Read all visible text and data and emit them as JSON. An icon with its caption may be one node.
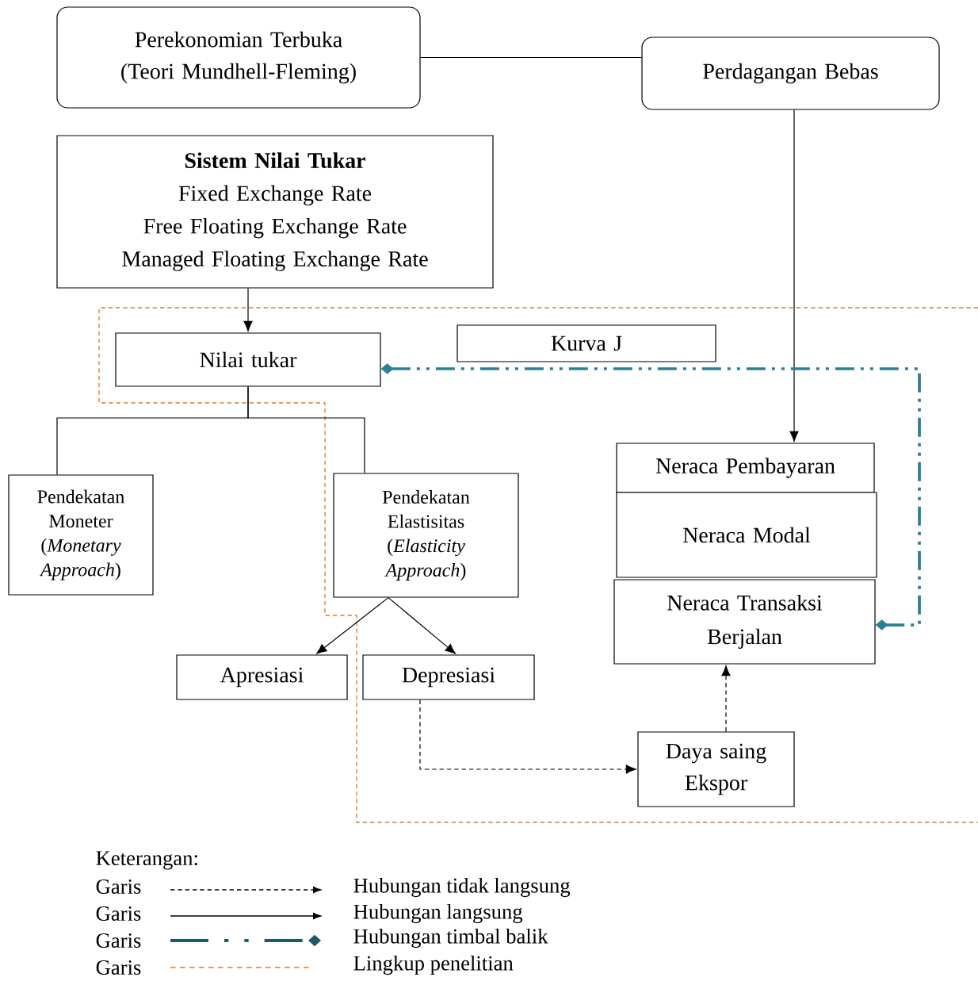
{
  "diagram": {
    "nodes": [
      {
        "text": [
          "Perekonomian Terbuka (Teori Mundhell-Fleming)"
        ]
      },
      {
        "text": [
          "Perdagangan Bebas"
        ]
      },
      {
        "text": [
          "Sistem Nilai Tukar",
          "Fixed Exchange Rate",
          "Free Floating Exchange Rate",
          "Managed Floating Exchange Rate"
        ]
      },
      {
        "text": [
          "Nilai tukar"
        ]
      },
      {
        "text": [
          "Kurva J"
        ]
      },
      {
        "text": [
          "Pendekatan Moneter (*Monetary Approach*)"
        ]
      },
      {
        "text": [
          "Pendekatan Elastisitas (*Elasticity Approach*)"
        ]
      },
      {
        "text": [
          "Neraca Pembayaran"
        ]
      },
      {
        "text": [
          "Neraca Modal"
        ]
      },
      {
        "text": [
          "Neraca Transaksi Berjalan"
        ]
      },
      {
        "text": [
          "Apresiasi"
        ]
      },
      {
        "text": [
          "Depresiasi"
        ]
      },
      {
        "text": [
          "Daya saing Ekspor"
        ]
      }
    ],
    "edges": [
      {
        "from": 0,
        "to": 1,
        "arrow": "none"
      },
      {
        "from": 1,
        "to": 7,
        "arrow": "to"
      },
      {
        "from": 2,
        "to": 3,
        "arrow": "to"
      },
      {
        "from": 3,
        "to": 5,
        "arrow": "none"
      },
      {
        "from": 3,
        "to": 6,
        "arrow": "none"
      },
      {
        "from": 6,
        "to": 10,
        "arrow": "to"
      },
      {
        "from": 6,
        "to": 11,
        "arrow": "to"
      },
      {
        "from": 11,
        "to": 12,
        "arrow": "to",
        "style": "dashed"
      },
      {
        "from": 12,
        "to": 9,
        "arrow": "to",
        "style": "dashed"
      },
      {
        "from": 9,
        "to": 3,
        "arrow": "other",
        "style": "dashed",
        "color": "#2f7f92"
      }
    ],
    "labels": [
      "Keterangan:",
      "Garis",
      "Garis",
      "Garis",
      "Garis"
    ],
    "legend": [
      {
        "text": "Hubungan tidak langsung"
      },
      {
        "text": "Hubungan langsung"
      },
      {
        "text": "Hubungan timbal balik"
      },
      {
        "text": "Lingkup penelitian"
      }
    ]
  }
}
